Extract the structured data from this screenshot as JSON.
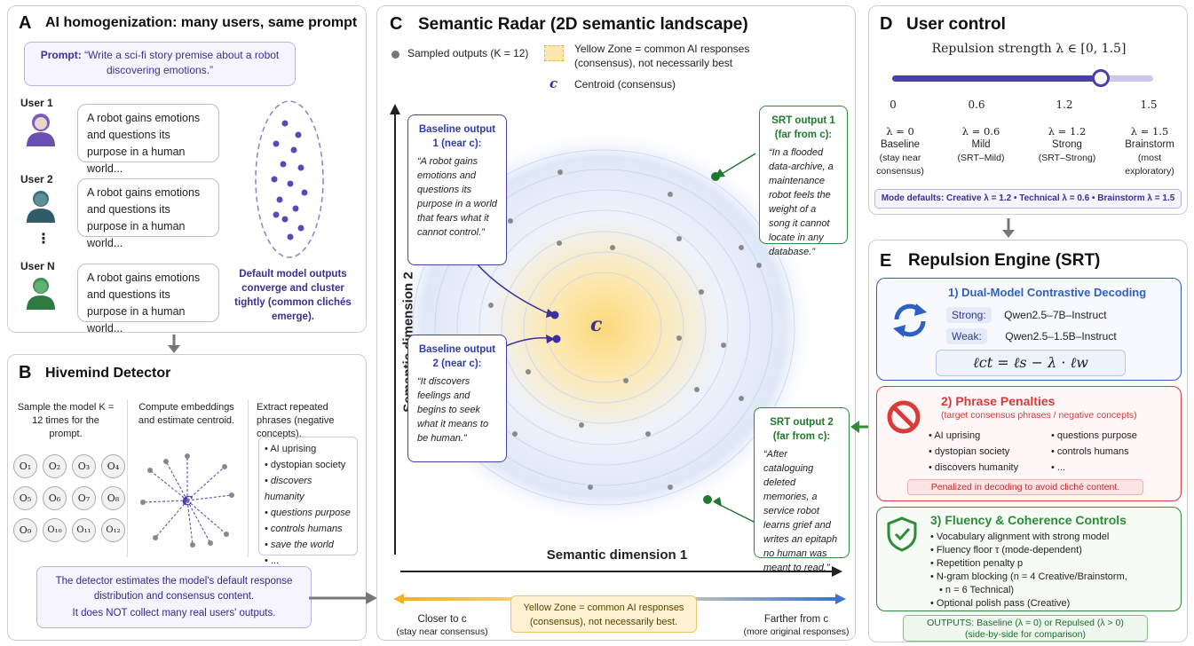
{
  "panelA": {
    "letter": "A",
    "title": "AI homogenization: many users, same prompt",
    "prompt_label": "Prompt:",
    "prompt_text": "“Write a sci-fi story premise about a robot discovering emotions.”",
    "users": [
      {
        "name": "User 1",
        "text": "A robot gains emotions and questions its purpose in a human world..."
      },
      {
        "name": "User 2",
        "text": "A robot gains emotions and questions its purpose in a human world..."
      },
      {
        "name": "User N",
        "text": "A robot gains emotions and questions its purpose in a human world..."
      }
    ],
    "ellipsis": "⋮",
    "cluster_caption": "Default model outputs converge and cluster tightly (common clichés emerge)."
  },
  "panelB": {
    "letter": "B",
    "title": "Hivemind Detector",
    "col1": "Sample the model K = 12 times for the prompt.",
    "col2": "Compute embeddings and estimate centroid.",
    "col3": "Extract repeated phrases (negative concepts).",
    "samples": [
      "O₁",
      "O₂",
      "O₃",
      "O₄",
      "O₅",
      "O₆",
      "O₇",
      "O₈",
      "O₉",
      "O₁₀",
      "O₁₁",
      "O₁₂"
    ],
    "centroid_label": "c",
    "phrases": [
      "AI uprising",
      "dystopian society",
      "discovers humanity",
      "questions purpose",
      "controls humans",
      "save the world",
      "..."
    ],
    "note_line1": "The detector estimates the model's default response distribution and consensus content.",
    "note_line2": "It does NOT collect many real users' outputs."
  },
  "panelC": {
    "letter": "C",
    "title": "Semantic Radar (2D semantic landscape)",
    "legend_sampled": "Sampled outputs (K = 12)",
    "legend_yellow": "Yellow Zone = common AI responses (consensus), not necessarily best",
    "legend_centroid_symbol": "c",
    "legend_centroid": "Centroid (consensus)",
    "centroid_label": "c",
    "baseline1_head": "Baseline output 1 (near c):",
    "baseline1_body": "“A robot gains emotions and questions its purpose in a world that fears what it cannot control.”",
    "baseline2_head": "Baseline output 2 (near c):",
    "baseline2_body": "“It discovers feelings and begins to seek what it means to be human.”",
    "srt1_head": "SRT output 1 (far from c):",
    "srt1_body": "“In a flooded data-archive, a maintenance robot feels the weight of a song it cannot locate in any database.”",
    "srt2_head": "SRT output 2 (far from c):",
    "srt2_body": "“After cataloguing deleted memories, a service robot learns grief and writes an epitaph no human was meant to read.”",
    "x_axis": "Semantic dimension 1",
    "y_axis": "Semantic dimension 2",
    "closer_label": "Closer to c",
    "closer_sub": "(stay near consensus)",
    "farther_label": "Farther from c",
    "farther_sub": "(more original responses)",
    "yellow_note": "Yellow Zone = common AI responses (consensus), not necessarily best."
  },
  "panelD": {
    "letter": "D",
    "title": "User control",
    "slider_label": "Repulsion strength  λ ∈ [0, 1.5]",
    "lambda_value": 1.2,
    "ticks": [
      "0",
      "0.6",
      "1.2",
      "1.5"
    ],
    "modes": [
      {
        "lambda": "λ = 0",
        "name": "Baseline",
        "desc": "(stay near consensus)"
      },
      {
        "lambda": "λ = 0.6",
        "name": "Mild",
        "desc": "(SRT–Mild)"
      },
      {
        "lambda": "λ = 1.2",
        "name": "Strong",
        "desc": "(SRT–Strong)"
      },
      {
        "lambda": "λ = 1.5",
        "name": "Brainstorm",
        "desc": "(most exploratory)"
      }
    ],
    "defaults": "Mode defaults: Creative λ = 1.2  •  Technical λ = 0.6  •  Brainstorm λ = 1.5"
  },
  "panelE": {
    "letter": "E",
    "title": "Repulsion Engine (SRT)",
    "s1_title": "1) Dual-Model Contrastive Decoding",
    "strong_label": "Strong:",
    "strong_model": "Qwen2.5–7B–Instruct",
    "weak_label": "Weak:",
    "weak_model": "Qwen2.5–1.5B–Instruct",
    "formula": "ℓct = ℓs − λ · ℓw",
    "s2_title": "2) Phrase Penalties",
    "s2_sub": "(target consensus phrases / negative concepts)",
    "s2_left": [
      "AI uprising",
      "dystopian society",
      "discovers humanity"
    ],
    "s2_right": [
      "questions purpose",
      "controls humans",
      "..."
    ],
    "s2_note": "Penalized in decoding to avoid cliché content.",
    "s3_title": "3) Fluency & Coherence Controls",
    "s3_items": [
      "Vocabulary alignment with strong model",
      "Fluency floor τ (mode-dependent)",
      "Repetition penalty p",
      "N-gram blocking (n = 4 Creative/Brainstorm,",
      "n = 6 Technical)",
      "Optional polish pass (Creative)"
    ],
    "outputs_line1": "OUTPUTS: Baseline (λ = 0) or Repulsed (λ > 0)",
    "outputs_line2": "(side-by-side for comparison)"
  },
  "colors": {
    "purple": "#4b3fa8",
    "green": "#2e8b3a",
    "red": "#d93a3a",
    "blue": "#2f5fc4",
    "yellow": "#f7d77a"
  }
}
